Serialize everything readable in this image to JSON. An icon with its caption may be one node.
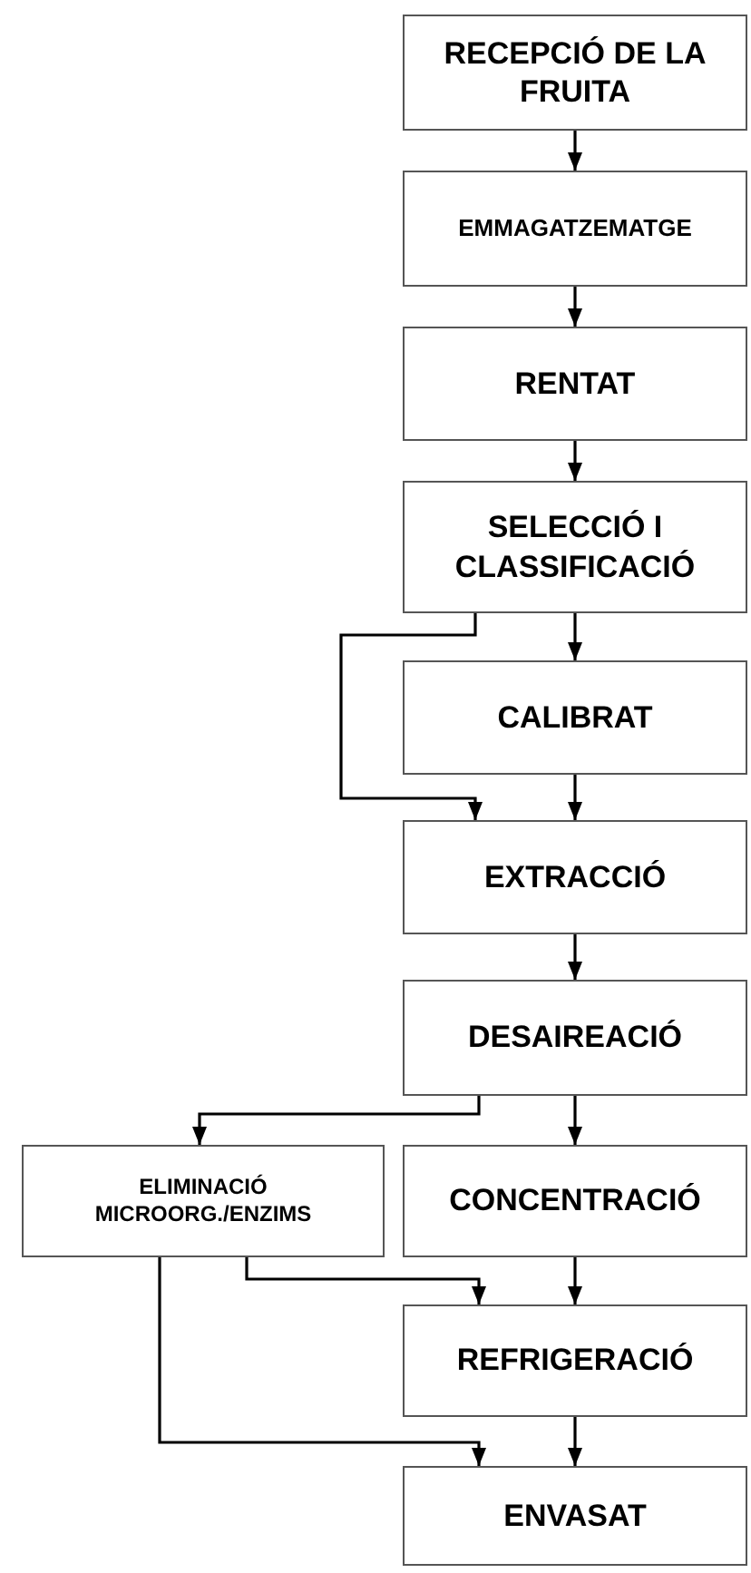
{
  "diagram": {
    "nodes": [
      {
        "text": [
          "RECEPCIÓ DE LA FRUITA"
        ]
      },
      {
        "text": [
          "EMMAGATZEMATGE"
        ]
      },
      {
        "text": [
          "RENTAT"
        ]
      },
      {
        "text": [
          "SELECCIÓ I CLASSIFICACIÓ"
        ]
      },
      {
        "text": [
          "CALIBRAT"
        ]
      },
      {
        "text": [
          "EXTRACCIÓ"
        ]
      },
      {
        "text": [
          "DESAIREACIÓ"
        ]
      },
      {
        "text": [
          "ELIMINACIÓ MICROORG./ENZIMS"
        ]
      },
      {
        "text": [
          "CONCENTRACIÓ"
        ]
      },
      {
        "text": [
          "REFRIGERACIÓ"
        ]
      },
      {
        "text": [
          "ENVASAT"
        ]
      }
    ],
    "edges": [
      {
        "from": 0,
        "to": 1,
        "arrow": "to"
      },
      {
        "from": 1,
        "to": 2,
        "arrow": "to"
      },
      {
        "from": 2,
        "to": 3,
        "arrow": "to"
      },
      {
        "from": 3,
        "to": 4,
        "arrow": "to"
      },
      {
        "from": 3,
        "to": 5,
        "arrow": "to"
      },
      {
        "from": 4,
        "to": 5,
        "arrow": "to"
      },
      {
        "from": 5,
        "to": 6,
        "arrow": "to"
      },
      {
        "from": 6,
        "to": 7,
        "arrow": "to"
      },
      {
        "from": 6,
        "to": 8,
        "arrow": "to"
      },
      {
        "from": 7,
        "to": 9,
        "arrow": "to"
      },
      {
        "from": 8,
        "to": 9,
        "arrow": "to"
      },
      {
        "from": 7,
        "to": 10,
        "arrow": "to"
      },
      {
        "from": 9,
        "to": 10,
        "arrow": "to"
      }
    ]
  }
}
